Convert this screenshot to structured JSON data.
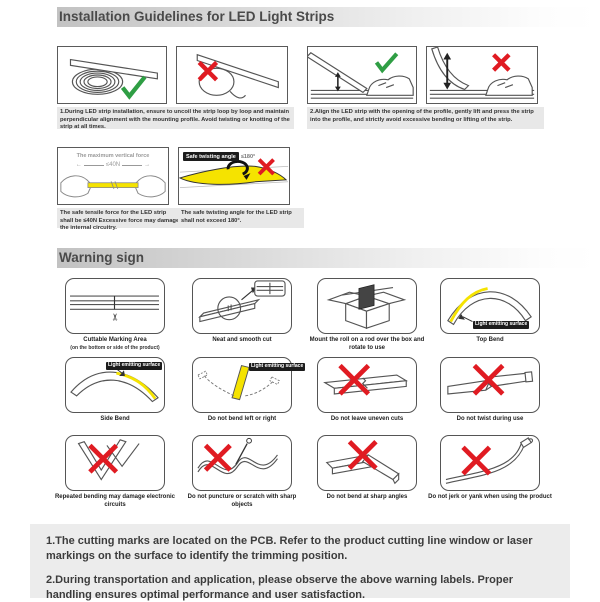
{
  "page": {
    "header1": "Installation Guidelines for LED Light Strips",
    "header2": "Warning sign"
  },
  "colors": {
    "accent_yellow": "#f5e300",
    "warning_red": "#e01b22",
    "ok_green": "#2f9e44",
    "caption_bg": "#e8e8e8",
    "footer_bg": "#ececec",
    "band_gradient_start": "#c2c2c2"
  },
  "icons": {
    "scissors": "✂",
    "left_arrow": "←",
    "right_arrow": "→"
  },
  "install_steps": [
    {
      "caption": "1.During LED strip installation, ensure to uncoil the strip loop by loop and maintain perpendicular alignment with the mounting profile.  Avoid twisting or knotting of the strip at all times."
    },
    {
      "caption": "2.Align the LED strip with the opening of the profile, gently lift and press the strip into the profile, and strictly avoid excessive bending or lifting of the strip."
    }
  ],
  "tensile_panel": {
    "inner_label": "The maximum vertical force",
    "inner_value": "≤40N",
    "caption": "The safe tensile force for the LED strip shall be ≤40N Excessive force may damage the internal circuitry."
  },
  "twist_panel": {
    "badge": "Safe twisting angle",
    "badge_value": "≤180°",
    "caption": "The safe twisting angle for the LED strip shall not exceed 180°."
  },
  "warning_grid": {
    "items": [
      {
        "label": "Cuttable Marking Area",
        "sublabel": "(on the bottom or side of the product)"
      },
      {
        "label": "Neat and smooth cut"
      },
      {
        "label": "Mount the roll on a rod over the box and rotate to use"
      },
      {
        "label": "Top Bend",
        "annotation": "Light emitting surface"
      },
      {
        "label": "Side Bend",
        "annotation": "Light emitting surface"
      },
      {
        "label": "Do not bend left or right",
        "annotation": "Light emitting surface"
      },
      {
        "label": "Do not leave uneven cuts"
      },
      {
        "label": "Do not twist during use"
      },
      {
        "label": "Repeated bending may damage electronic circuits"
      },
      {
        "label": "Do not puncture or scratch with sharp objects"
      },
      {
        "label": "Do not bend at sharp angles"
      },
      {
        "label": "Do not jerk or yank when using the product"
      }
    ]
  },
  "footer_notes": [
    "1.The cutting marks are located on the PCB. Refer to the product cutting line window or laser markings on the surface to identify the trimming position.",
    "2.During transportation and application, please observe the above warning labels. Proper handling ensures optimal performance and user satisfaction."
  ]
}
